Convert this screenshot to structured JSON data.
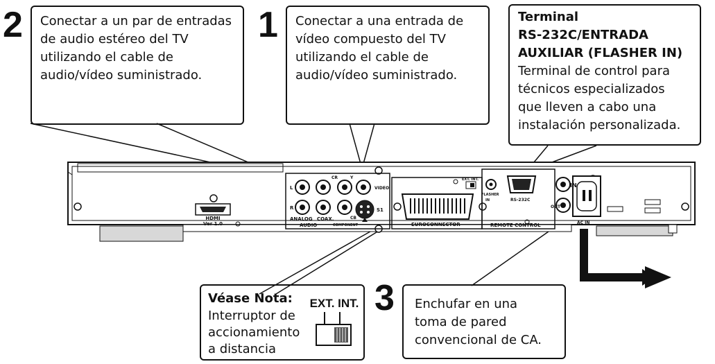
{
  "callouts": {
    "c2": {
      "number": "2",
      "text": "Conectar a un par de entradas de audio estéreo del TV utilizando el cable de audio/vídeo suministrado."
    },
    "c1": {
      "number": "1",
      "text": "Conectar a una entrada de vídeo compuesto del TV utilizando el cable de audio/vídeo suministrado."
    },
    "terminal": {
      "title_line1": "Terminal",
      "title_line2": "RS-232C/ENTRADA",
      "title_line3": "AUXILIAR (FLASHER IN)",
      "text": "Terminal de control para técnicos especializados que lleven a cabo una instalación personalizada."
    },
    "nota": {
      "title": "Véase Nota:",
      "text": "Interruptor de accionamiento a distancia",
      "switch_label": "EXT. INT."
    },
    "c3": {
      "number": "3",
      "text": "Enchufar en una toma de pared convencional de CA."
    }
  },
  "device_labels": {
    "hdmi": "HDMI",
    "hdmi_ver": "Ver 1.0",
    "audio_l": "L",
    "audio_r": "R",
    "analog": "ANALOG",
    "coax": "COAX.",
    "audio": "AUDIO",
    "cr": "CR",
    "y": "Y",
    "cb": "CB",
    "component": "COMPONENT",
    "video": "VIDEO",
    "s1": "S1",
    "ext_int": "EXT. INT.",
    "euroconnector": "EUROCONNECTOR",
    "flasher": "FLASHER",
    "flasher_in": "IN",
    "rs232c": "RS-232C",
    "remote_control": "REMOTE CONTROL",
    "in": "IN",
    "out": "OUT",
    "ac_in": "AC IN"
  }
}
